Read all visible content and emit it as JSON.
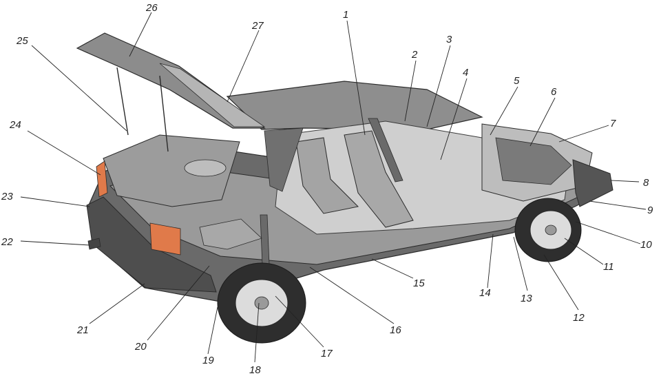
{
  "diagram": {
    "callouts": [
      "1",
      "2",
      "3",
      "4",
      "5",
      "6",
      "7",
      "8",
      "9",
      "10",
      "11",
      "12",
      "13",
      "14",
      "15",
      "16",
      "17",
      "18",
      "19",
      "20",
      "21",
      "22",
      "23",
      "24",
      "25",
      "26",
      "27"
    ]
  },
  "colors": {
    "body_dark": "#5a5a5a",
    "body_mid": "#8a8a8a",
    "body_light": "#b9b9b9",
    "interior": "#d2d2d2",
    "outline": "#2a2a2a",
    "tail_light": "#e07a4a",
    "tire": "#2e2e2e",
    "rim": "#dcdcdc"
  }
}
